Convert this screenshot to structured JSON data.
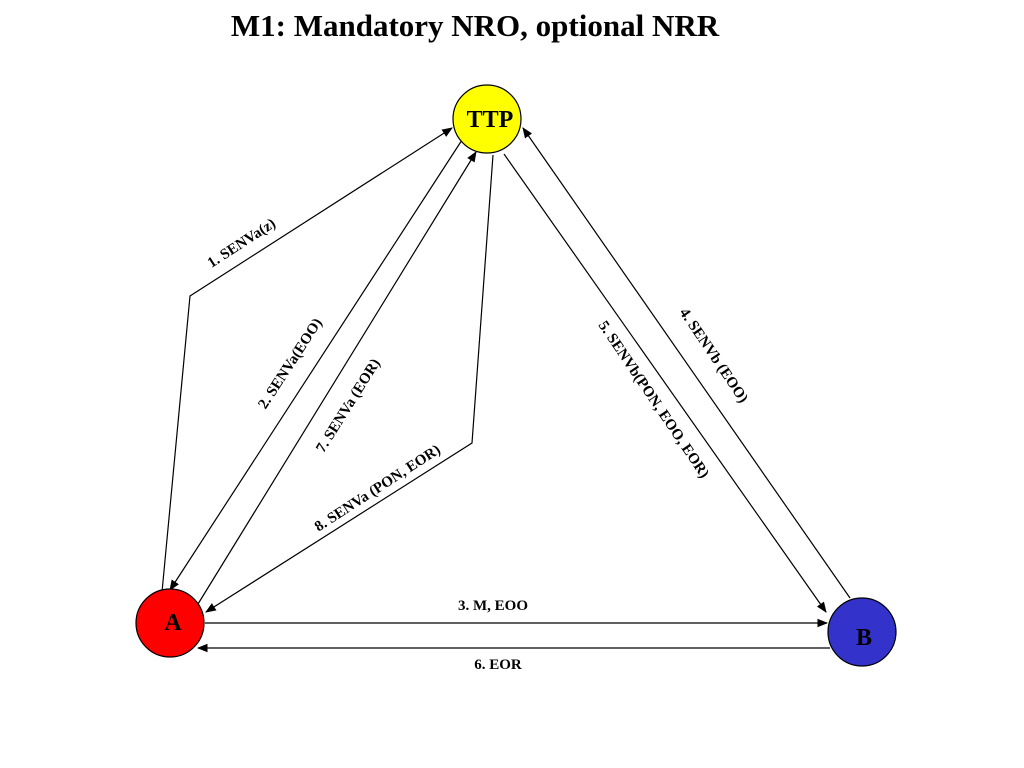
{
  "title": "M1: Mandatory NRO, optional NRR",
  "nodes": {
    "ttp": {
      "label": "TTP",
      "color": "#ffff00"
    },
    "a": {
      "label": "A",
      "color": "#ff0000"
    },
    "b": {
      "label": "B",
      "color": "#3333cc"
    }
  },
  "edges": {
    "e1": "1. SENVa(z)",
    "e2": "2. SENVa(EOO)",
    "e3": "3. M, EOO",
    "e4": "4. SENVb (EOO)",
    "e5": "5. SENVb(PON, EOO, EOR)",
    "e6": "6. EOR",
    "e7": "7. SENVa (EOR)",
    "e8": "8. SENVa (PON, EOR)"
  }
}
